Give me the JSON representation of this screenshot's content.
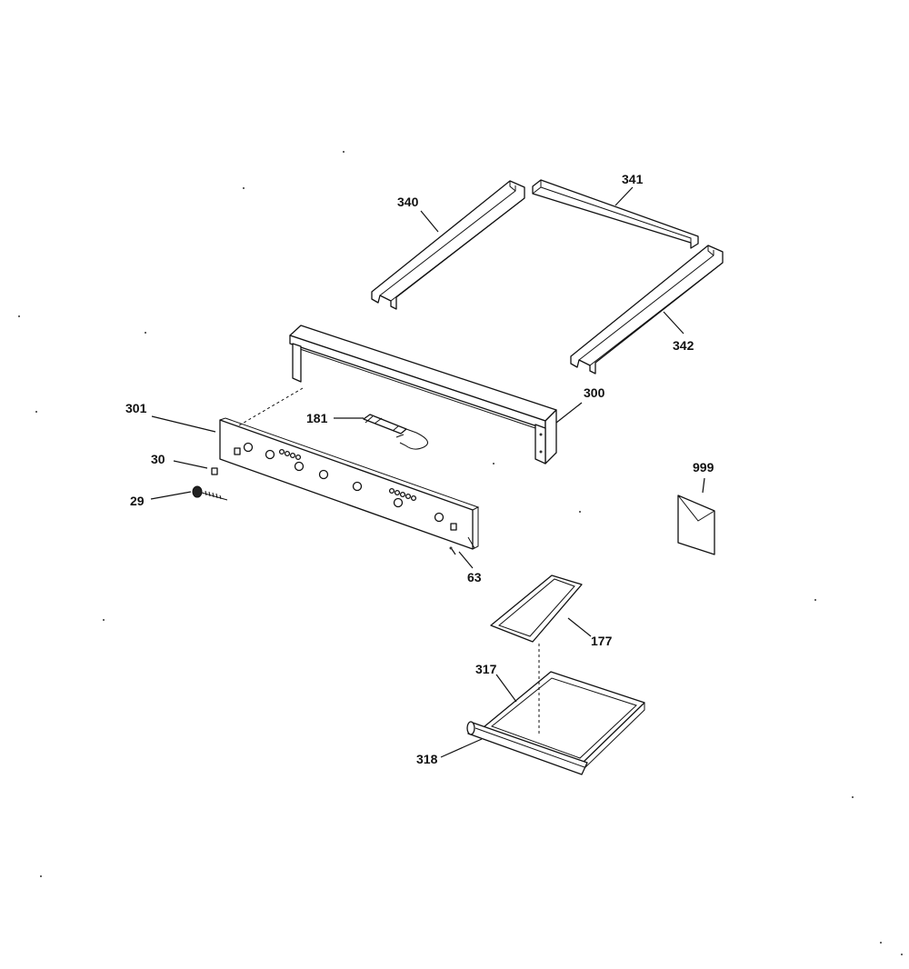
{
  "callouts": {
    "p340": "340",
    "p341": "341",
    "p342": "342",
    "p300": "300",
    "p301": "301",
    "p181": "181",
    "p30": "30",
    "p29": "29",
    "p63": "63",
    "p999": "999",
    "p177": "177",
    "p317": "317",
    "p318": "318"
  }
}
